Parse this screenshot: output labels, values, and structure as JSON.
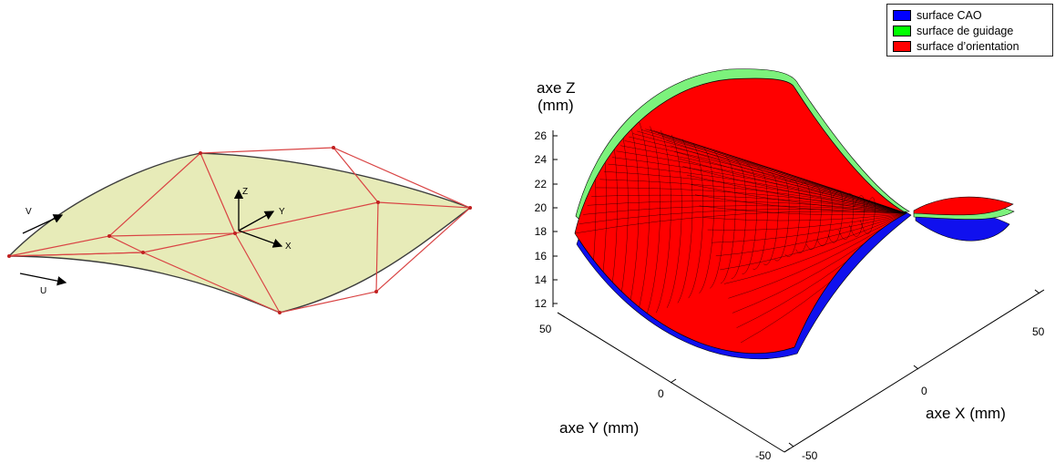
{
  "left_diagram": {
    "labels": {
      "v": "V",
      "u": "U",
      "z": "Z",
      "y": "Y",
      "x": "X"
    },
    "colors": {
      "surface": "#e7ebb8",
      "edge": "#3c3c3c",
      "control_net": "#d94444",
      "arrow": "#000000"
    }
  },
  "right_plot": {
    "zlabel": "axe Z",
    "zunit": "(mm)",
    "xlabel": "axe X",
    "xunit": "(mm)",
    "ylabel": "axe Y",
    "yunit": "(mm)",
    "z_ticks": [
      "26",
      "24",
      "22",
      "20",
      "18",
      "16",
      "14",
      "12"
    ],
    "x_ticks": [
      "-50",
      "0",
      "50"
    ],
    "y_ticks": [
      "50",
      "0",
      "-50"
    ],
    "legend": [
      {
        "label": "surface CAO",
        "color": "#0000ff"
      },
      {
        "label": "surface de guidage",
        "color": "#00ff00"
      },
      {
        "label": "surface d’orientation",
        "color": "#ff0000"
      }
    ],
    "colors": {
      "red": "#ff0000",
      "green": "#7cf27c",
      "blue": "#1010ee",
      "mesh": "#000000"
    }
  }
}
